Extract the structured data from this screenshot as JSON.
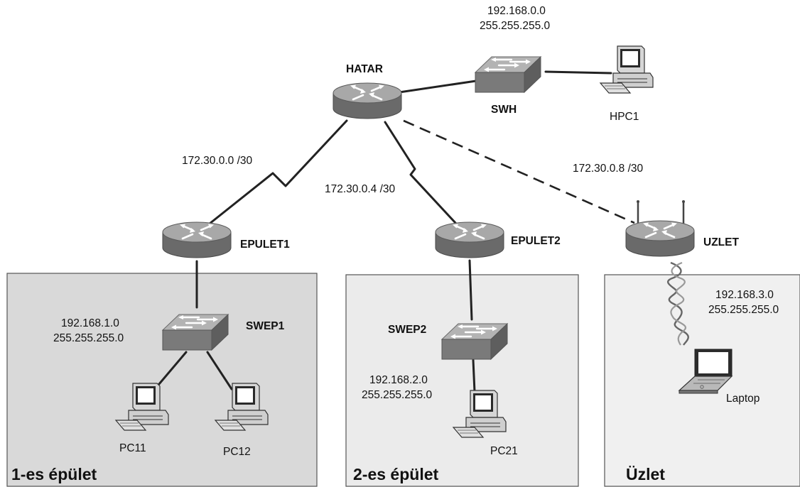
{
  "colors": {
    "zone_fill_1": "#d9d9d9",
    "zone_fill_2": "#ebebeb",
    "zone_fill_3": "#f0f0f0",
    "device_dark": "#6d6d6d",
    "device_light": "#a9a9a9",
    "link": "#222222"
  },
  "devices": {
    "hatar": "HATAR",
    "swh": "SWH",
    "epulet1": "EPULET1",
    "epulet2": "EPULET2",
    "uzlet": "UZLET",
    "swep1": "SWEP1",
    "swep2": "SWEP2"
  },
  "hosts": {
    "hpc1": "HPC1",
    "pc11": "PC11",
    "pc12": "PC12",
    "pc21": "PC21",
    "laptop": "Laptop"
  },
  "networks": {
    "top_ip": "192.168.0.0",
    "top_mask": "255.255.255.0",
    "link1": "172.30.0.0 /30",
    "link2": "172.30.0.4 /30",
    "link3": "172.30.0.8 /30",
    "b1_ip": "192.168.1.0",
    "b1_mask": "255.255.255.0",
    "b2_ip": "192.168.2.0",
    "b2_mask": "255.255.255.0",
    "shop_ip": "192.168.3.0",
    "shop_mask": "255.255.255.0"
  },
  "zones": {
    "building1": "1-es épület",
    "building2": "2-es épület",
    "shop": "Üzlet"
  }
}
